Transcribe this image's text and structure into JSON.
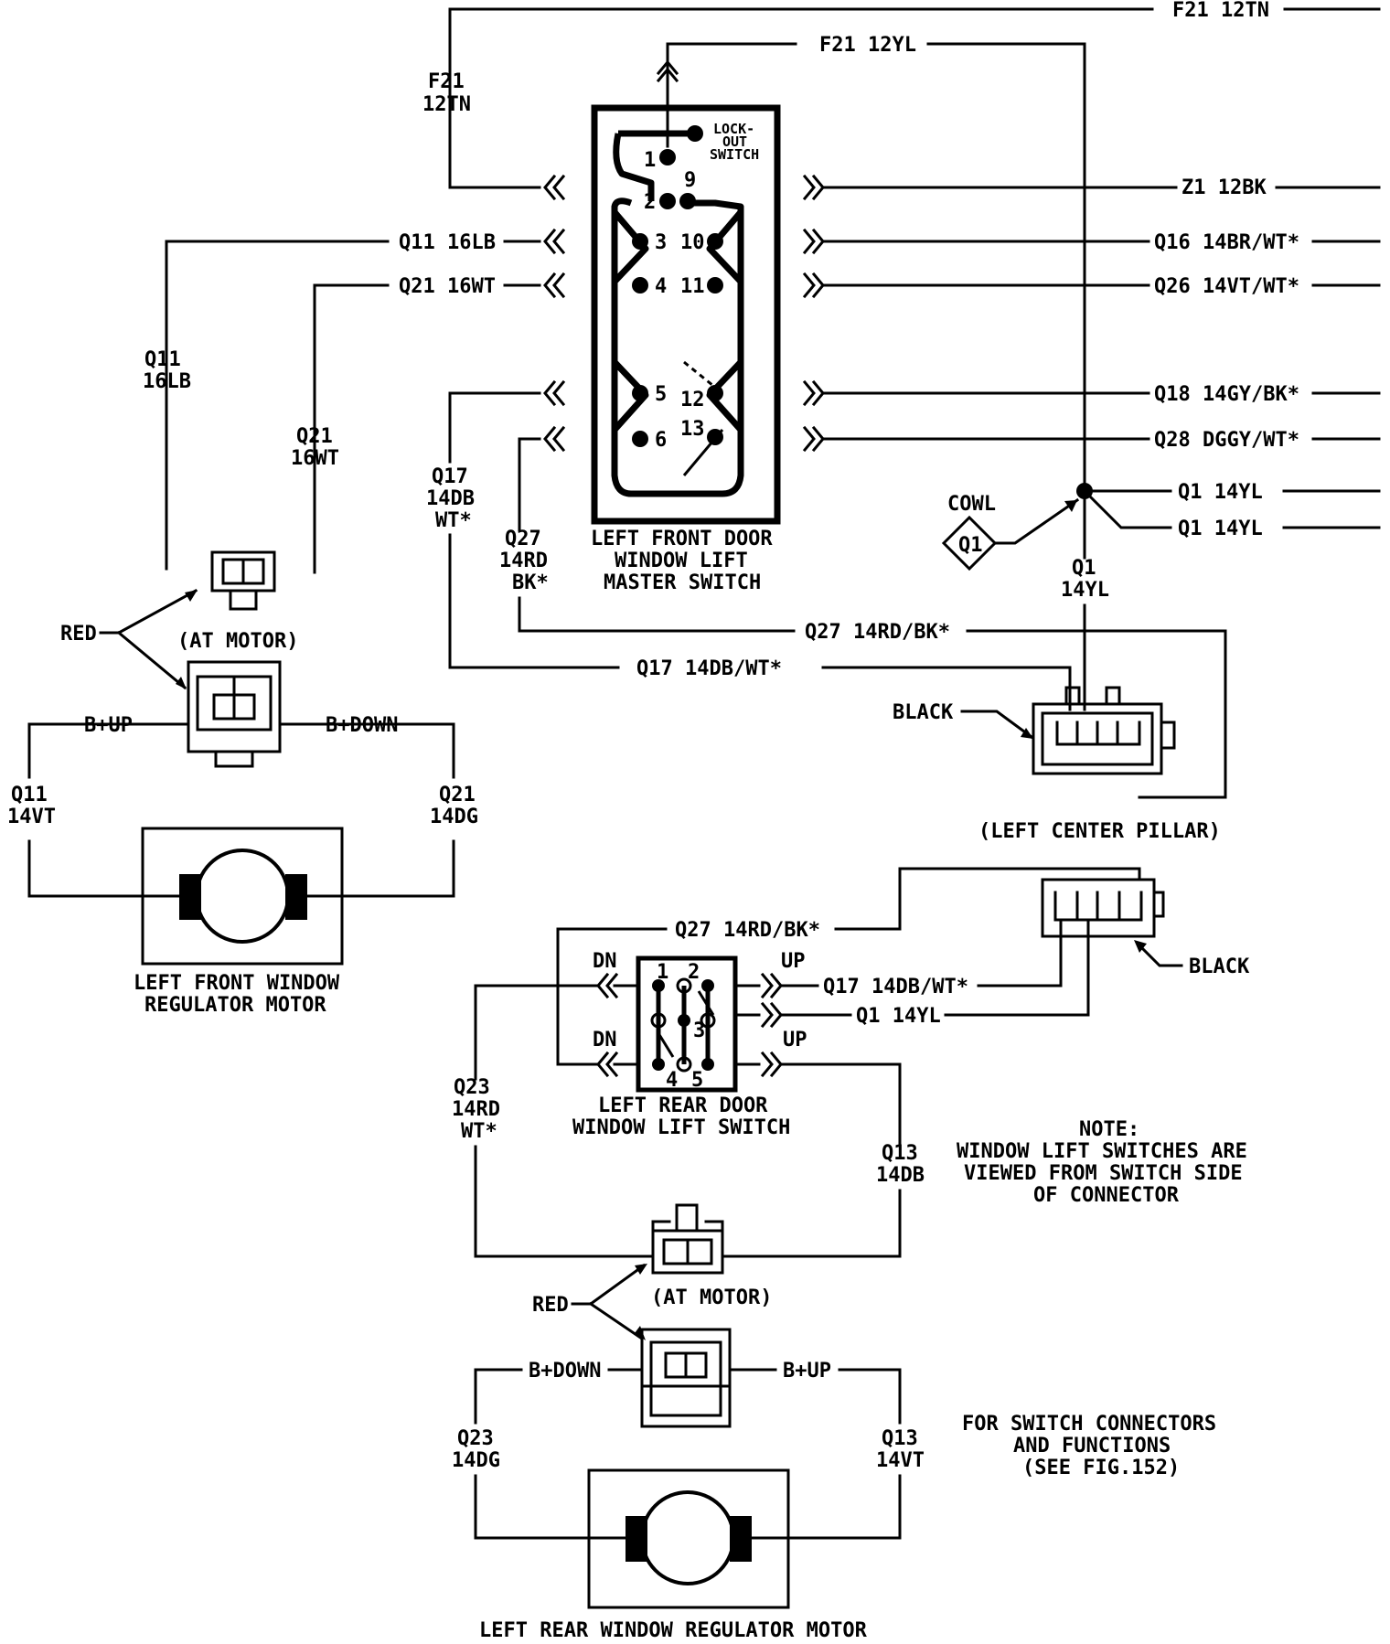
{
  "diagram": {
    "components": {
      "master_switch": [
        "LEFT FRONT DOOR",
        "WINDOW LIFT",
        "MASTER SWITCH"
      ],
      "lockout": [
        "LOCK-",
        "OUT",
        "SWITCH"
      ],
      "lf_motor": [
        "LEFT FRONT WINDOW",
        "REGULATOR MOTOR"
      ],
      "lr_switch": [
        "LEFT REAR DOOR",
        "WINDOW LIFT SWITCH"
      ],
      "lr_motor": "LEFT REAR WINDOW REGULATOR MOTOR",
      "at_motor": "(AT MOTOR)",
      "left_center_pillar": "(LEFT CENTER PILLAR)",
      "cowl": "COWL",
      "cowl_tag": "Q1"
    },
    "labels": {
      "red": "RED",
      "black": "BLACK",
      "bup": "B+UP",
      "bdown": "B+DOWN",
      "bdown_rear": "B+DOWN",
      "bup_rear": "B+UP",
      "dn": "DN",
      "up": "UP"
    },
    "master_pins": [
      "1",
      "2",
      "3",
      "4",
      "5",
      "6",
      "9",
      "10",
      "11",
      "12",
      "13"
    ],
    "rear_pins": [
      "1",
      "2",
      "3",
      "4",
      "5"
    ],
    "wires": {
      "f21_12tn_top": "F21 12TN",
      "f21_12yl": "F21 12YL",
      "f21_12tn_stack": [
        "F21",
        "12TN"
      ],
      "z1_12bk": "Z1 12BK",
      "q11_16lb": "Q11 16LB",
      "q21_16wt": "Q21 16WT",
      "q16": "Q16 14BR/WT*",
      "q26": "Q26 14VT/WT*",
      "q18": "Q18 14GY/BK*",
      "q28": "Q28 DGGY/WT*",
      "q1_a": "Q1 14YL",
      "q1_b": "Q1 14YL",
      "q11_stack": [
        "Q11",
        "16LB"
      ],
      "q21_stack": [
        "Q21",
        "16WT"
      ],
      "q17_stack": [
        "Q17",
        "14DB",
        "WT*"
      ],
      "q27_stack": [
        "Q27",
        "14RD",
        "BK*"
      ],
      "q1_stack": [
        "Q1",
        "14YL"
      ],
      "q27_horiz": "Q27 14RD/BK*",
      "q17_horiz": "Q17 14DB/WT*",
      "q11_14vt": [
        "Q11",
        "14VT"
      ],
      "q21_14dg": [
        "Q21",
        "14DG"
      ],
      "q27_rear": "Q27 14RD/BK*",
      "q17_rear": "Q17 14DB/WT*",
      "q1_rear": "Q1 14YL",
      "q23_stack": [
        "Q23",
        "14RD",
        "WT*"
      ],
      "q13_stack": [
        "Q13",
        "14DB"
      ],
      "q23_14dg": [
        "Q23",
        "14DG"
      ],
      "q13_14vt": [
        "Q13",
        "14VT"
      ]
    },
    "notes": {
      "note": [
        "NOTE:",
        "WINDOW LIFT SWITCHES ARE",
        "VIEWED FROM SWITCH SIDE",
        "OF CONNECTOR"
      ],
      "ref": [
        "FOR SWITCH CONNECTORS",
        "AND FUNCTIONS",
        "(SEE FIG.152)"
      ]
    }
  }
}
